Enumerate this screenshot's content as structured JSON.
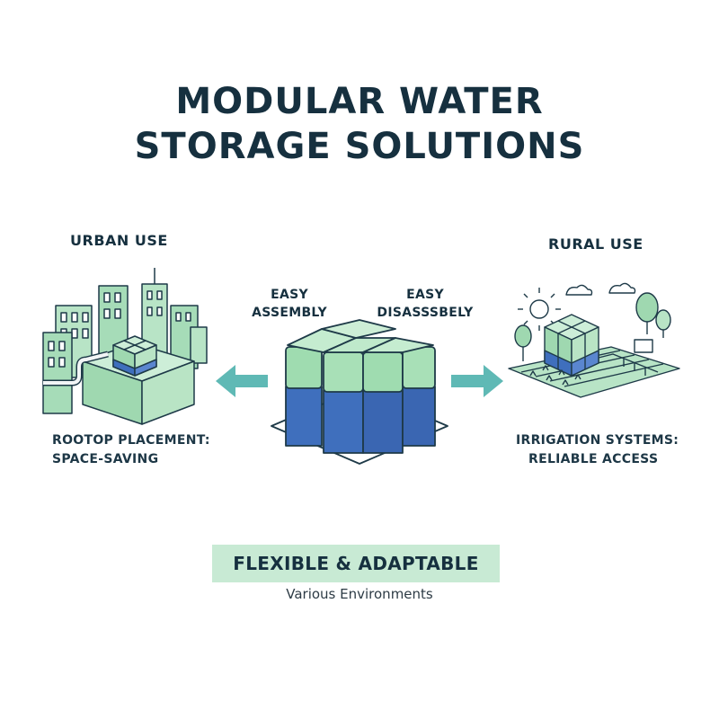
{
  "title": {
    "line1": "MODULAR WATER",
    "line2": "STORAGE SOLUTIONS"
  },
  "urban": {
    "heading": "URBAN USE",
    "caption_line1": "ROOTOP PLACEMENT:",
    "caption_line2": "SPACE-SAVING"
  },
  "rural": {
    "heading": "RURAL USE",
    "caption_line1": "IRRIGATION SYSTEMS:",
    "caption_line2": "RELIABLE ACCESS"
  },
  "center": {
    "assembly_line1": "EASY",
    "assembly_line2": "ASSEMBLY",
    "disassembly_line1": "EASY",
    "disassembly_line2": "DISASSSBELY"
  },
  "footer": {
    "banner": "FLEXIBLE & ADAPTABLE",
    "subtitle": "Various Environments"
  },
  "colors": {
    "navy": "#16303f",
    "green": "#9fdcb0",
    "blue": "#3f6fbd",
    "teal_arrow": "#5fb9b5",
    "banner_bg": "#c8ead4"
  }
}
